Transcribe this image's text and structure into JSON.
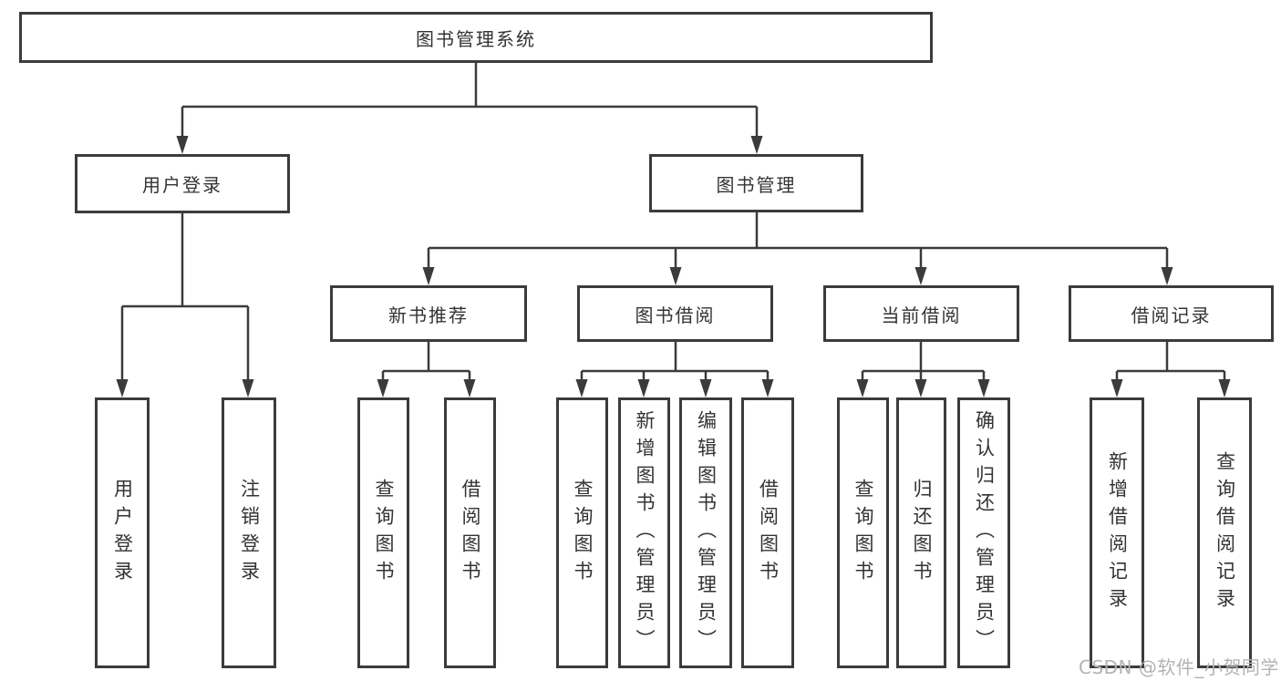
{
  "diagram": {
    "title": "图书管理系统",
    "colors": {
      "line": "#3b3b3b",
      "text": "#333333",
      "background": "#ffffff",
      "watermark": "#b3b3b3"
    },
    "nodes": {
      "root": {
        "label": "图书管理系统"
      },
      "userLogin": {
        "label": "用户登录"
      },
      "bookMgmt": {
        "label": "图书管理"
      },
      "newBookRec": {
        "label": "新书推荐"
      },
      "bookBorrow": {
        "label": "图书借阅"
      },
      "currentBorrow": {
        "label": "当前借阅"
      },
      "borrowRecords": {
        "label": "借阅记录"
      },
      "leafUserLogin": {
        "label": "用户登录"
      },
      "leafLogout": {
        "label": "注销登录"
      },
      "recQueryBook": {
        "label": "查询图书"
      },
      "recBorrowBook": {
        "label": "借阅图书"
      },
      "bbQueryBook": {
        "label": "查询图书"
      },
      "bbAddBook": {
        "label": "新增图书（管理员）"
      },
      "bbEditBook": {
        "label": "编辑图书（管理员）"
      },
      "bbBorrowBook": {
        "label": "借阅图书"
      },
      "cbQueryBook": {
        "label": "查询图书"
      },
      "cbReturnBook": {
        "label": "归还图书"
      },
      "cbConfirmReturn": {
        "label": "确认归还（管理员）"
      },
      "brAddRecord": {
        "label": "新增借阅记录"
      },
      "brQueryRecord": {
        "label": "查询借阅记录"
      }
    },
    "edges": [
      {
        "from": "图书管理系统",
        "to": [
          "用户登录",
          "图书管理"
        ]
      },
      {
        "from": "用户登录",
        "to": [
          "用户登录",
          "注销登录"
        ]
      },
      {
        "from": "图书管理",
        "to": [
          "新书推荐",
          "图书借阅",
          "当前借阅",
          "借阅记录"
        ]
      },
      {
        "from": "新书推荐",
        "to": [
          "查询图书",
          "借阅图书"
        ]
      },
      {
        "from": "图书借阅",
        "to": [
          "查询图书",
          "新增图书（管理员）",
          "编辑图书（管理员）",
          "借阅图书"
        ]
      },
      {
        "from": "当前借阅",
        "to": [
          "查询图书",
          "归还图书",
          "确认归还（管理员）"
        ]
      },
      {
        "from": "借阅记录",
        "to": [
          "新增借阅记录",
          "查询借阅记录"
        ]
      }
    ],
    "watermark": "CSDN @软件_小贺同学"
  }
}
